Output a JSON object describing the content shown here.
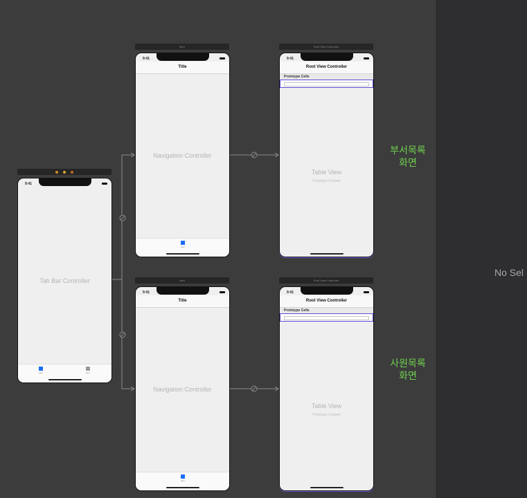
{
  "inspector": {
    "no_selection": "No Sel"
  },
  "tab_bar_controller": {
    "label": "Tab Bar Controller",
    "status_time": "9:41",
    "tabs": [
      {
        "label": "Item",
        "color": "#1a6ff5"
      },
      {
        "label": "Item",
        "color": "#9a9a9a"
      }
    ]
  },
  "nav_controllers": [
    {
      "scene_title": "Item",
      "status_time": "9:41",
      "nav_title": "Title",
      "label": "Navigation Controller",
      "tab_label": "Item"
    },
    {
      "scene_title": "Item",
      "status_time": "9:41",
      "nav_title": "Title",
      "label": "Navigation Controller",
      "tab_label": "Item"
    }
  ],
  "root_view_controllers": [
    {
      "scene_title": "Root View Controller",
      "status_time": "9:41",
      "nav_title": "Root View Controller",
      "prototype_header": "Prototype Cells",
      "table_label": "Table View",
      "table_sublabel": "Prototype Content"
    },
    {
      "scene_title": "Root View Controller",
      "status_time": "9:41",
      "nav_title": "Root View Controller",
      "prototype_header": "Prototype Cells",
      "table_label": "Table View",
      "table_sublabel": "Prototype Content"
    }
  ],
  "annotations": [
    {
      "line1": "부서목록",
      "line2": "화면"
    },
    {
      "line1": "사원목록",
      "line2": "화면"
    }
  ],
  "colors": {
    "accent": "#1a6ff5",
    "selection": "#5b4fd6",
    "annotation": "#6fd14f"
  }
}
